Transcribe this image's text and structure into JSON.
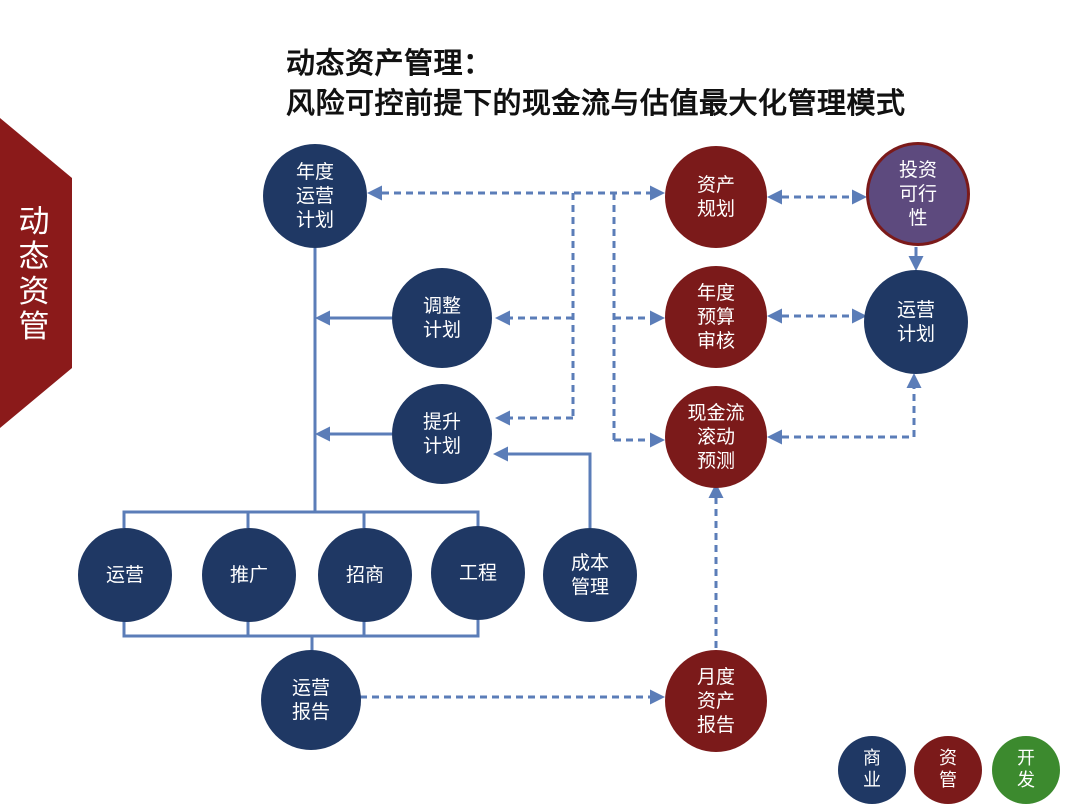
{
  "title": {
    "line1": "动态资产管理：",
    "line2": "风险可控前提下的现金流与估值最大化管理模式"
  },
  "side_tab": {
    "chars": [
      "动",
      "态",
      "资",
      "管"
    ],
    "color": "#8b1a1a"
  },
  "colors": {
    "navy": "#1f3864",
    "red": "#7b1a1a",
    "purple": "#5d4a7e",
    "green": "#3c8a2e",
    "connector": "#5b7db8"
  },
  "nodes": {
    "annual_plan": {
      "lines": [
        "年度",
        "运营",
        "计划"
      ]
    },
    "adjust_plan": {
      "lines": [
        "调整",
        "计划"
      ]
    },
    "improve_plan": {
      "lines": [
        "提升",
        "计划"
      ]
    },
    "ops": {
      "lines": [
        "运营"
      ]
    },
    "promo": {
      "lines": [
        "推广"
      ]
    },
    "leasing": {
      "lines": [
        "招商"
      ]
    },
    "engineering": {
      "lines": [
        "工程"
      ]
    },
    "cost_mgmt": {
      "lines": [
        "成本",
        "管理"
      ]
    },
    "ops_report": {
      "lines": [
        "运营",
        "报告"
      ]
    },
    "asset_plan": {
      "lines": [
        "资产",
        "规划"
      ]
    },
    "investment": {
      "lines": [
        "投资",
        "可行",
        "性"
      ]
    },
    "budget_review": {
      "lines": [
        "年度",
        "预算",
        "审核"
      ]
    },
    "op_plan": {
      "lines": [
        "运营",
        "计划"
      ]
    },
    "cash_forecast": {
      "lines": [
        "现金流",
        "滚动",
        "预测"
      ]
    },
    "monthly_report": {
      "lines": [
        "月度",
        "资产",
        "报告"
      ]
    }
  },
  "legend": [
    {
      "lines": [
        "商",
        "业"
      ],
      "color": "#1f3864"
    },
    {
      "lines": [
        "资",
        "管"
      ],
      "color": "#7b1a1a"
    },
    {
      "lines": [
        "开",
        "发"
      ],
      "color": "#3c8a2e"
    }
  ]
}
